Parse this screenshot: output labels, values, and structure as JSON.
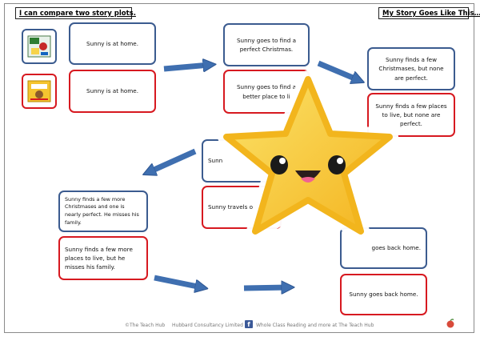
{
  "header": {
    "objective": "I can compare two story plots.",
    "story_title": "My Story Goes Like This…"
  },
  "plot": {
    "row1_blue": "Sunny is at home.",
    "row1_red": "Sunny is at home.",
    "row2_blue": "Sunny goes to find a perfect Christmas.",
    "row2_red": "Sunny goes to find a better place to li",
    "row3_blue": "Sunny finds a few Christmases, but none are perfect.",
    "row3_red": "Sunny finds a few places to live, but none are perfect.",
    "row4_blue": "Sunn",
    "row4_red": "Sunny travels o",
    "row5_blue": "Sunny finds a few more Christmases and one is nearly perfect. He misses his family.",
    "row5_red": "Sunny finds a few more places to live, but he misses his family.",
    "row6_blue": "goes back home.",
    "row6_red": "Sunny goes back home."
  },
  "footer": {
    "copyright": "©The Teach Hub",
    "consultancy": "Hubbard Consultancy Limited",
    "facebook_icon": "facebook-icon",
    "tagline": "Whole Class Reading and more at The Teach Hub"
  },
  "icons": {
    "overlay": "smiling-star-icon",
    "logo": "apple-logo-icon"
  },
  "colors": {
    "blue_border": "#3b5b8f",
    "red_border": "#d71920",
    "arrow": "#3f6fb0",
    "star": "#f5c42c"
  }
}
